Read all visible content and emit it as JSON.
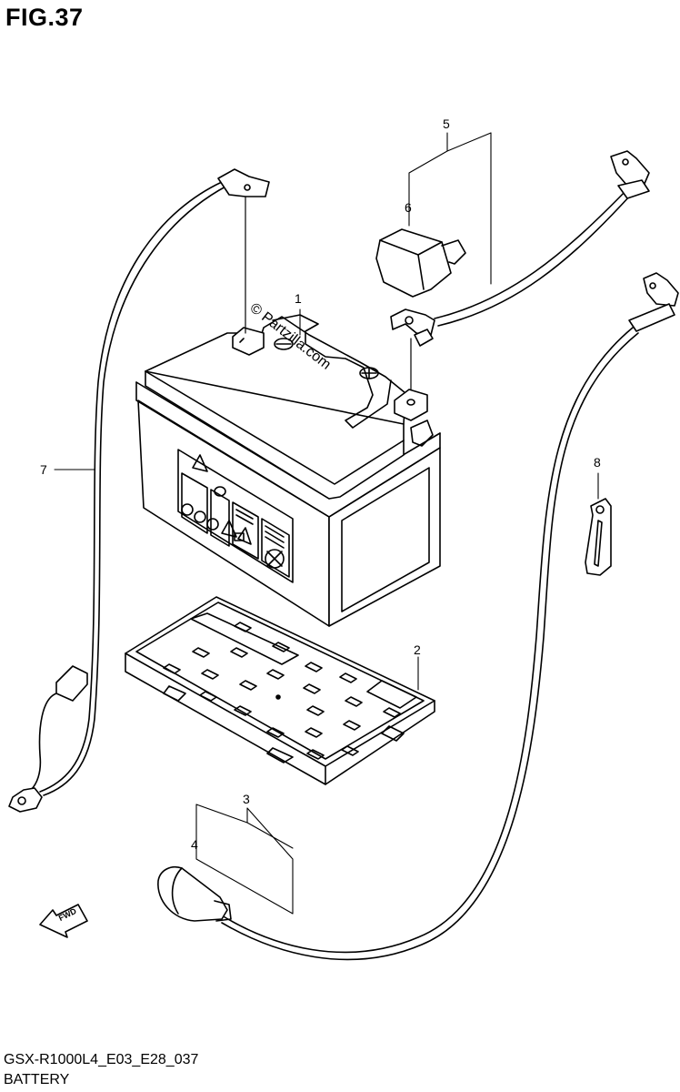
{
  "figure": {
    "title": "FIG.37"
  },
  "footer": {
    "model_code": "GSX-R1000L4_E03_E28_037",
    "section_name": "BATTERY"
  },
  "watermark": {
    "text": "© Partzilla.com"
  },
  "callouts": [
    "1",
    "2",
    "3",
    "4",
    "5",
    "6",
    "7",
    "8"
  ],
  "fwd_badge": {
    "label": "FWD"
  }
}
